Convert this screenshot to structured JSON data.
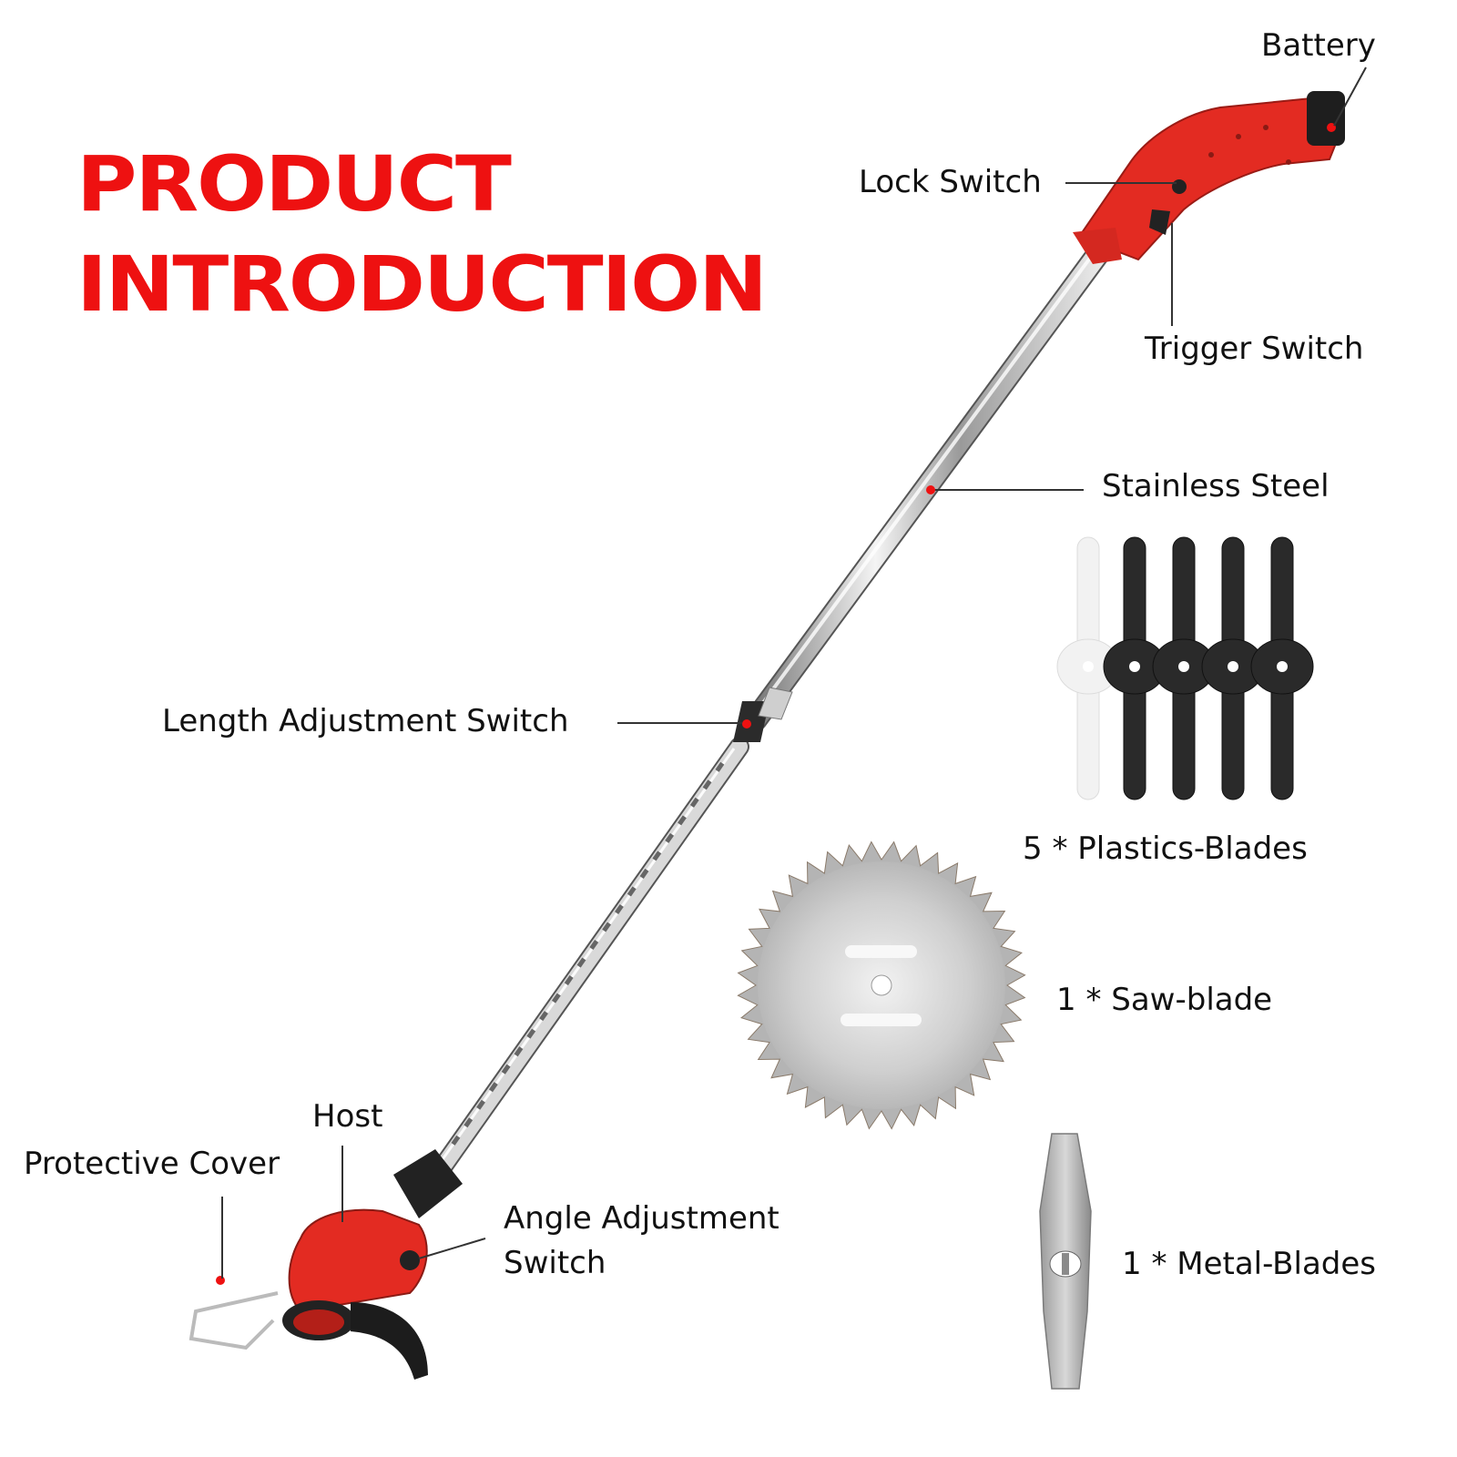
{
  "title": {
    "line1": "PRODUCT",
    "line2": "INTRODUCTION"
  },
  "labels": {
    "battery": "Battery",
    "lock_switch": "Lock Switch",
    "trigger_switch": "Trigger Switch",
    "stainless_steel": "Stainless Steel",
    "length_adjustment": "Length Adjustment Switch",
    "host": "Host",
    "protective_cover": "Protective Cover",
    "angle_adjustment_line1": "Angle Adjustment",
    "angle_adjustment_line2": "Switch"
  },
  "accessories": {
    "plastic_blades": "5 * Plastics-Blades",
    "saw_blade": "1 * Saw-blade",
    "metal_blades": "1 * Metal-Blades"
  },
  "colors": {
    "accent": "#ee1111",
    "handle": "#e32b22",
    "blade_black": "#2a2a2a",
    "steel": "#c8c8c8"
  }
}
